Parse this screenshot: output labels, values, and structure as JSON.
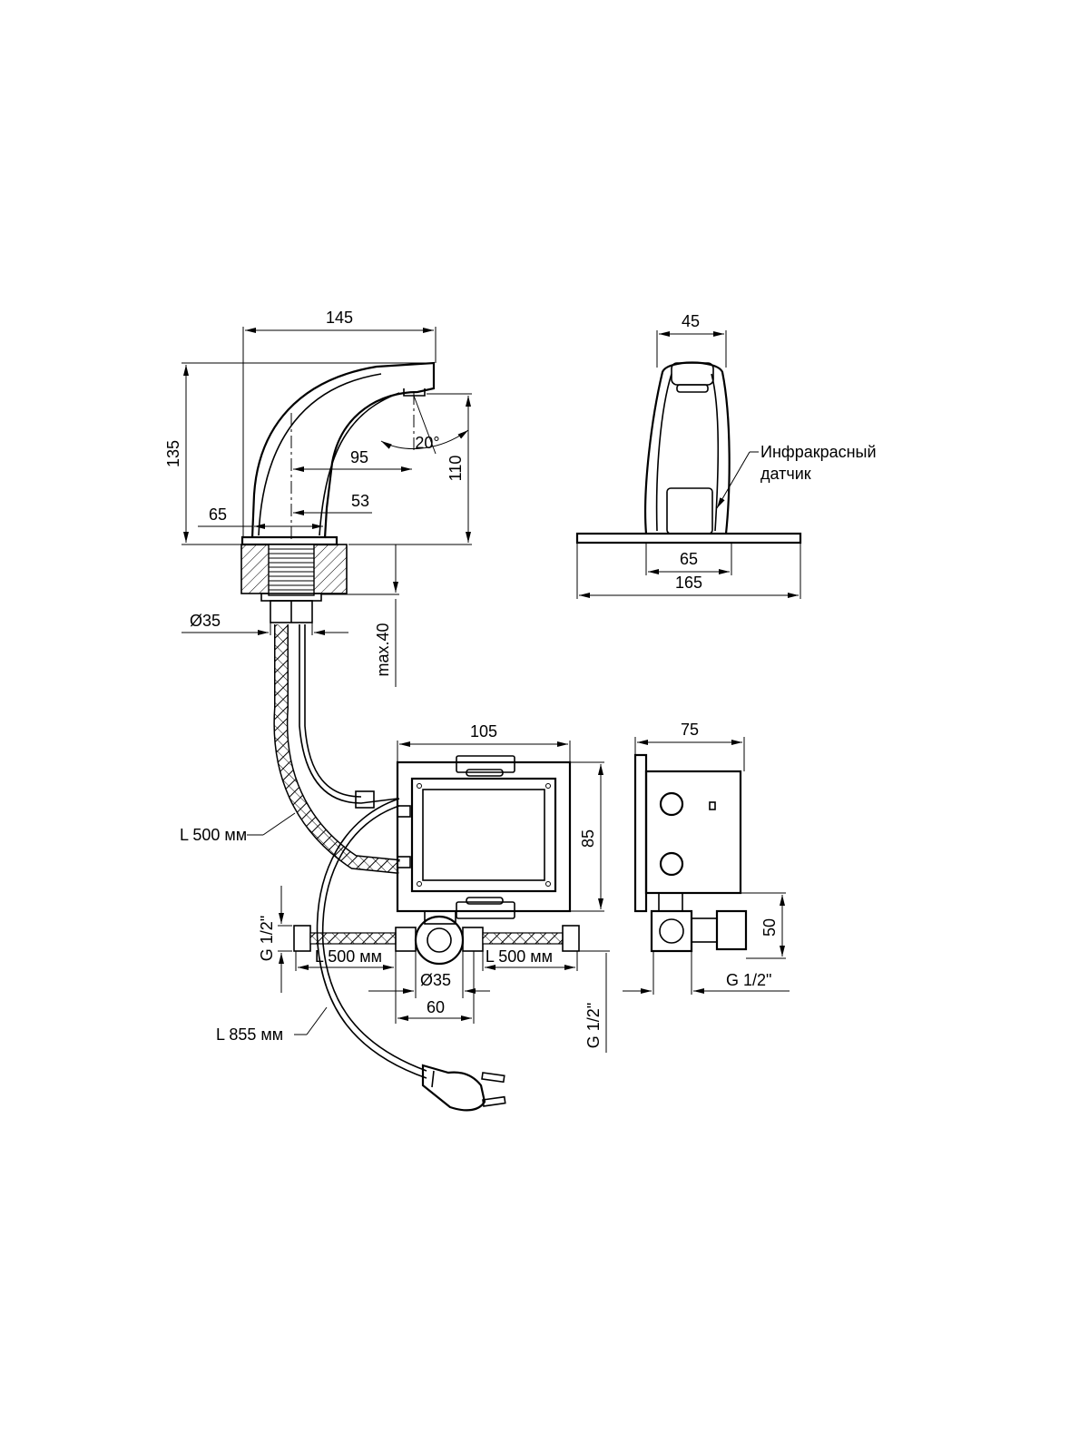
{
  "side_view": {
    "dim_width_total": "145",
    "dim_height_total": "135",
    "dim_spout_reach": "95",
    "dim_spout_height": "110",
    "dim_angle": "20°",
    "dim_body_offset": "53",
    "dim_base": "65",
    "dim_shank_diameter": "Ø35",
    "dim_max_thickness": "max.40"
  },
  "front_view": {
    "dim_top_width": "45",
    "dim_body_width": "65",
    "dim_plate_width": "165",
    "sensor_label_line1": "Инфракрасный",
    "sensor_label_line2": "датчик"
  },
  "control_box": {
    "dim_width": "105",
    "dim_height": "85",
    "hose_length_main": "L 500 мм",
    "hose_length_left": "L 500 мм",
    "hose_length_right": "L 500 мм",
    "cable_length": "L 855 мм",
    "dim_valve_diameter": "Ø35",
    "dim_valve_spacing": "60",
    "thread_left": "G 1/2\"",
    "thread_bottom": "G 1/2\""
  },
  "box_side_view": {
    "dim_depth": "75",
    "dim_outlet_height": "50",
    "thread_outlet": "G 1/2\""
  }
}
